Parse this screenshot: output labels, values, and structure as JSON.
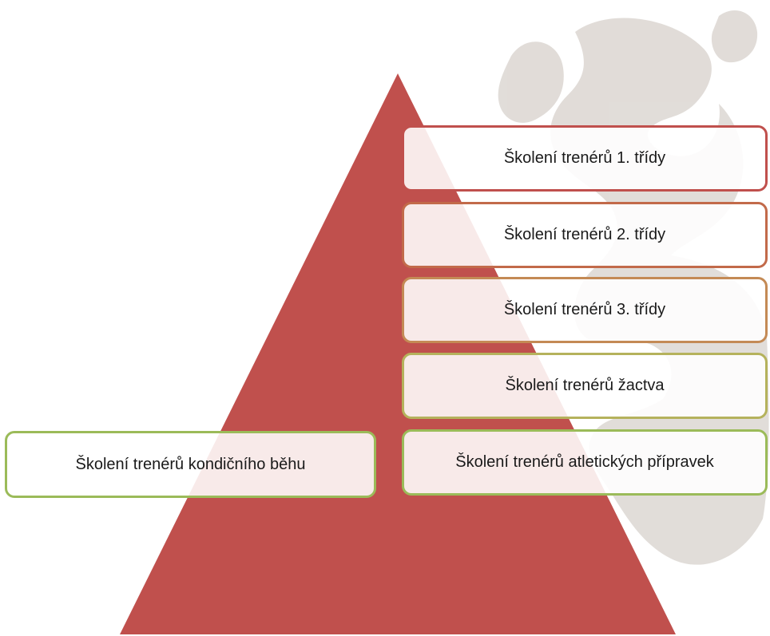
{
  "colors": {
    "pyramid": "#c0504d",
    "watermark": "#d8d3ce",
    "box_borders": [
      "#c0504d",
      "#c26a4a",
      "#c48a55",
      "#b5b25c",
      "#9bbb59"
    ],
    "side_box_border": "#9bbb59"
  },
  "pyramid_levels": [
    "Školení trenérů 1. třídy",
    "Školení trenérů 2. třídy",
    "Školení trenérů 3. třídy",
    "Školení trenérů žactva",
    "Školení trenérů atletických přípravek"
  ],
  "side_item": "Školení trenérů kondičního běhu",
  "watermark": {
    "icon": "emblem-watermark-icon"
  }
}
